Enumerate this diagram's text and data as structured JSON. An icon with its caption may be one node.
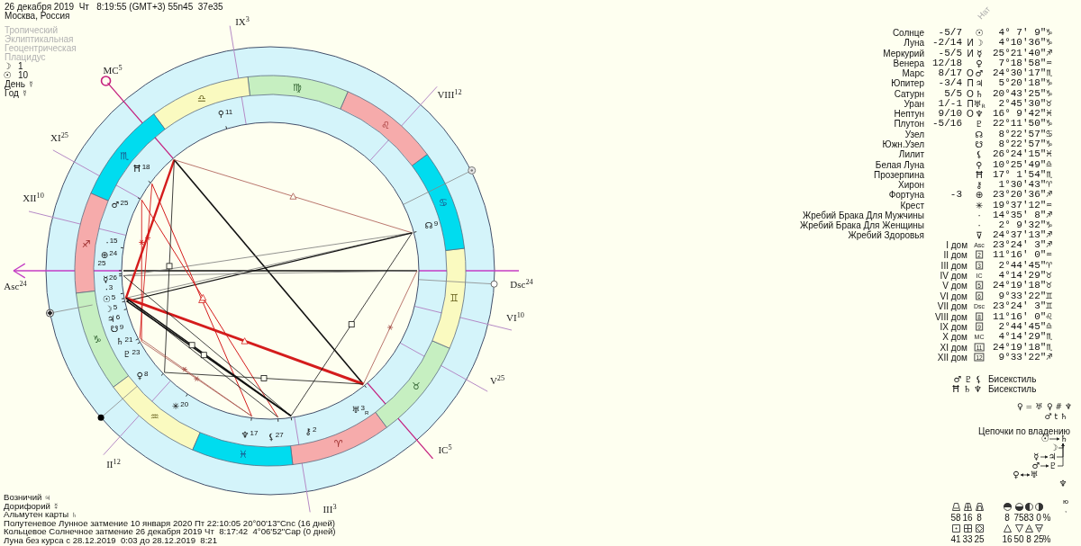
{
  "diagram": {
    "nodes": [
      {
        "text": [
          "☉"
        ]
      },
      {
        "text": [
          "♄"
        ]
      },
      {
        "text": [
          "☽"
        ]
      },
      {
        "text": [
          "☿"
        ]
      },
      {
        "text": [
          "♃"
        ]
      },
      {
        "text": [
          "♂"
        ]
      },
      {
        "text": [
          "♇"
        ]
      },
      {
        "text": [
          "♀"
        ]
      },
      {
        "text": [
          "♅"
        ]
      },
      {
        "text": [
          "♆"
        ]
      }
    ],
    "edges": [
      {
        "from": 0,
        "to": 1,
        "arrow": "to"
      },
      {
        "from": 2,
        "to": 1,
        "arrow": "to"
      },
      {
        "from": 3,
        "to": 4,
        "arrow": "to"
      },
      {
        "from": 4,
        "to": 1,
        "arrow": "to"
      },
      {
        "from": 5,
        "to": 6,
        "arrow": "to"
      },
      {
        "from": 6,
        "to": 1,
        "arrow": "to"
      },
      {
        "from": 7,
        "to": 8,
        "arrow": "both"
      }
    ],
    "labels": [
      "26 декабря 2019  Чт   8:19:55 (GMT+3) 55n45  37e35",
      "Москва, Россия",
      "Тропический",
      "Эклиптикальная",
      "Геоцентрическая",
      "Плацидус",
      "☽",
      "1",
      "☉",
      "10",
      "День ☿",
      "Год ☿",
      "IX$^{3}$",
      "MC$^{5}$",
      "VIII$^{12}$",
      "XI$^{25}$",
      "XII$^{10}$",
      "Asc$^{24}$",
      "Dsc$^{24}$",
      "VI$^{10}$",
      "V$^{25}$",
      "IC$^{5}$",
      "II$^{12}$",
      "III$^{3}$",
      "♍",
      "♎",
      "♌",
      "♏",
      "♋",
      "♐",
      "♊",
      "♑",
      "♉",
      "♒",
      "♈",
      "♓",
      "⚲$^{11}$",
      "Ħ$^{18}$",
      "♂$^{25}$",
      "·$^{15}$",
      "⊕$^{24}$",
      "25",
      "☿$^{26}$",
      "·$^{3}$",
      "☉$^{5}$",
      "☽$^{5}$",
      "♃$^{6}$",
      "☋$^{9}$",
      "♄$^{21}$",
      "♇$^{23}$",
      "♀$^{8}$",
      "✳$^{20}$",
      "♆$^{17}$",
      "⚸$^{27}$",
      "⚷$^{2}$",
      "♅$^{3}$$_{R}$",
      "☊$^{9}$",
      "Нат",
      "Солнце",
      "-5/7",
      "☉",
      "4° 7' 9\"♑",
      "Луна",
      "-2/14",
      "И",
      "☽",
      "4°10'36\"♑",
      "Меркурий",
      "-5/5",
      "И",
      "☿",
      "25°21'40\"♐",
      "Венера",
      "12/18",
      "♀",
      "7°18'58\"♒",
      "Марс",
      "8/17",
      "О",
      "♂",
      "24°30'17\"♏",
      "Юпитер",
      "-3/4",
      "П",
      "♃",
      "5°20'18\"♑",
      "Сатурн",
      "5/5",
      "О",
      "♄",
      "20°43'25\"♑",
      "Уран",
      "1/-1",
      "П",
      "♅$_{R}$",
      "2°45'30\"♉",
      "Нептун",
      "9/10",
      "О",
      "♆",
      "16° 9'42\"♓",
      "Плутон",
      "-5/16",
      "♇",
      "22°11'50\"♑",
      "Узел",
      "☊",
      "8°22'57\"♋",
      "Южн.Узел",
      "☋",
      "8°22'57\"♑",
      "Лилит",
      "⚸",
      "26°24'15\"♓",
      "Белая Луна",
      "⚲",
      "10°25'49\"♎",
      "Прозерпина",
      "Ħ",
      "17° 1'54\"♏",
      "Хирон",
      "⚷",
      "1°30'43\"♈",
      "Фортуна",
      "-3",
      "⊕",
      "23°20'36\"♐",
      "Крест",
      "✳",
      "19°37'12\"♒",
      "Жребий Брака Для Мужчины",
      "·",
      "14°35' 8\"♐",
      "Жребий Брака Для Женщины",
      "·",
      "2° 9'32\"♑",
      "Жребий Здоровья",
      "⊽",
      "24°37'13\"♐",
      "I дом",
      "Asc",
      "23°24' 3\"♐",
      "II дом",
      "2",
      "11°16' 0\"♒",
      "III дом",
      "3",
      "2°44'45\"♈",
      "IV дом",
      "IC",
      "4°14'29\"♉",
      "V дом",
      "5",
      "24°19'18\"♉",
      "VI дом",
      "6",
      "9°33'22\"♊",
      "VII дом",
      "Dsc",
      "23°24' 3\"♊",
      "VIII дом",
      "8",
      "11°16' 0\"♌",
      "IX дом",
      "9",
      "2°44'45\"♎",
      "X дом",
      "MC",
      "4°14'29\"♏",
      "XI дом",
      "11",
      "24°19'18\"♏",
      "XII дом",
      "12",
      "9°33'22\"♐",
      "♂ ♇ ⚸",
      "Бисекстиль",
      "Ħ ♄ ♆",
      "Бисекстиль",
      "♀ = ♅",
      "♀ # ♆",
      "♂ t ♄",
      "Цепочки по владению",
      "58",
      "16",
      "8",
      "8",
      "75",
      "83",
      "0",
      "%",
      "41",
      "33",
      "25",
      "16",
      "50",
      "8",
      "25",
      "%",
      "ю",
      ",",
      "Возничий ♃",
      "Дорифорий ☿",
      "Альмутен карты ♄",
      "Полутеневое Лунное затмение 10 января 2020 Пт 22:10:05 20°00'13\"Cnc (16 дней)",
      "Кольцевое Солнечное затмение 26 декабря 2019 Чт  8:17:42  4°06'52\"Cap (0 дней)",
      "Луна без курса с 28.12.2019  0:03 до 28.12.2019  8:21"
    ]
  }
}
